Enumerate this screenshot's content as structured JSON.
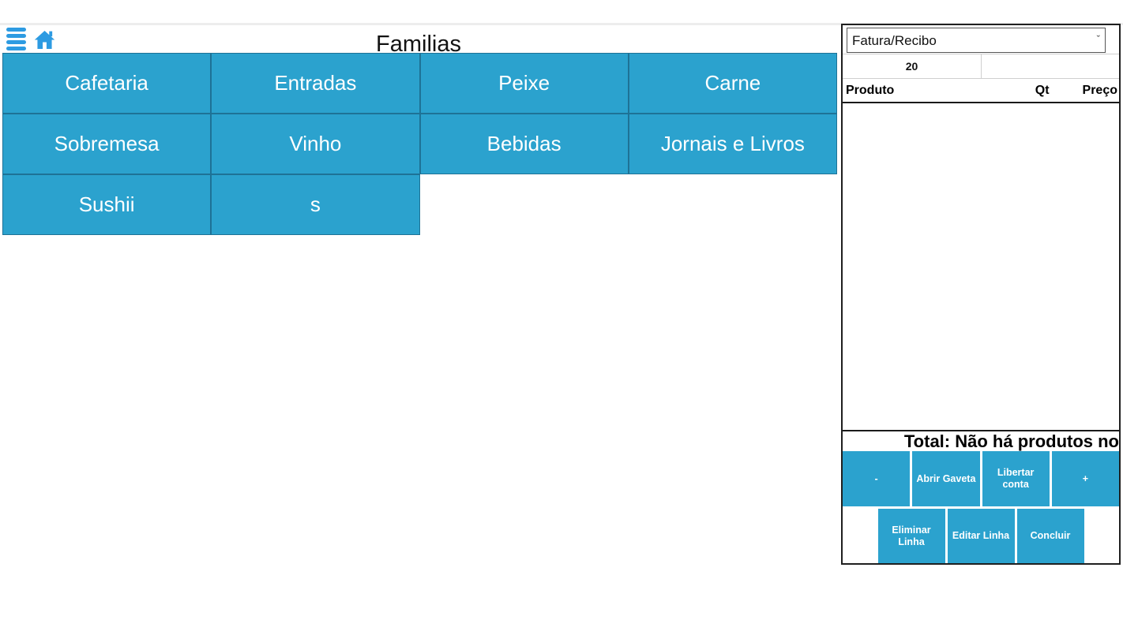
{
  "header": {
    "title": "Familias"
  },
  "families": {
    "items": [
      "Cafetaria",
      "Entradas",
      "Peixe",
      "Carne",
      "Sobremesa",
      "Vinho",
      "Bebidas",
      "Jornais e Livros",
      "Sushii",
      "s"
    ]
  },
  "order_panel": {
    "document_type": {
      "selected": "Fatura/Recibo"
    },
    "table_number": "20",
    "columns": {
      "produto": "Produto",
      "qt": "Qt",
      "preco": "Preço"
    },
    "total_text": "Total: Não há produtos no",
    "actions_row1": [
      {
        "label": "-"
      },
      {
        "label": "Abrir Gaveta"
      },
      {
        "label": "Libertar conta"
      },
      {
        "label": "+"
      }
    ],
    "actions_row2": [
      {
        "label": "Eliminar Linha"
      },
      {
        "label": "Editar Linha"
      },
      {
        "label": "Concluir"
      }
    ]
  },
  "colors": {
    "accent_blue": "#2ba2ce",
    "grid_border": "#1e7296",
    "icon_blue": "#2d9be2",
    "panel_border": "#1f1f1f"
  }
}
